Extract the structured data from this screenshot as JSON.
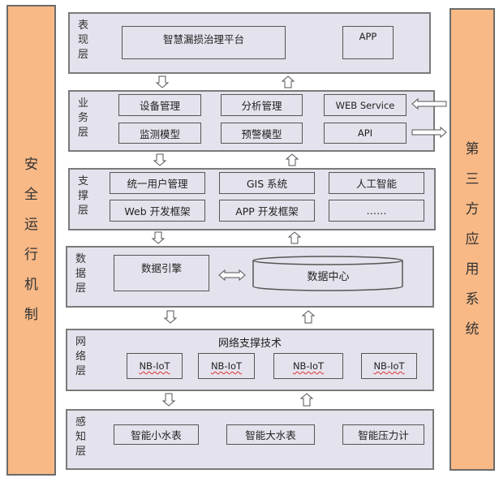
{
  "left_bar": {
    "chars": [
      "安",
      "全",
      "运",
      "行",
      "机",
      "制"
    ]
  },
  "right_bar": {
    "chars": [
      "第",
      "三",
      "方",
      "应",
      "用",
      "系",
      "统"
    ]
  },
  "layers": {
    "presentation": {
      "label": "表现层",
      "items": [
        "智慧漏损治理平台",
        "APP"
      ]
    },
    "business": {
      "label": "业务层",
      "items": [
        "设备管理",
        "分析管理",
        "WEB Service",
        "监测模型",
        "预警模型",
        "API"
      ]
    },
    "support": {
      "label": "支撑层",
      "items": [
        "统一用户管理",
        "GIS 系统",
        "人工智能",
        "Web 开发框架",
        "APP 开发框架",
        "……"
      ]
    },
    "data": {
      "label": "数据层",
      "engine": "数据引擎",
      "center": "数据中心"
    },
    "network": {
      "label": "网络层",
      "title": "网络支撑技术",
      "items": [
        "NB-IoT",
        "NB-IoT",
        "NB-IoT",
        "NB-IoT"
      ]
    },
    "perception": {
      "label": "感知层",
      "items": [
        "智能小水表",
        "智能大水表",
        "智能压力计"
      ]
    }
  }
}
